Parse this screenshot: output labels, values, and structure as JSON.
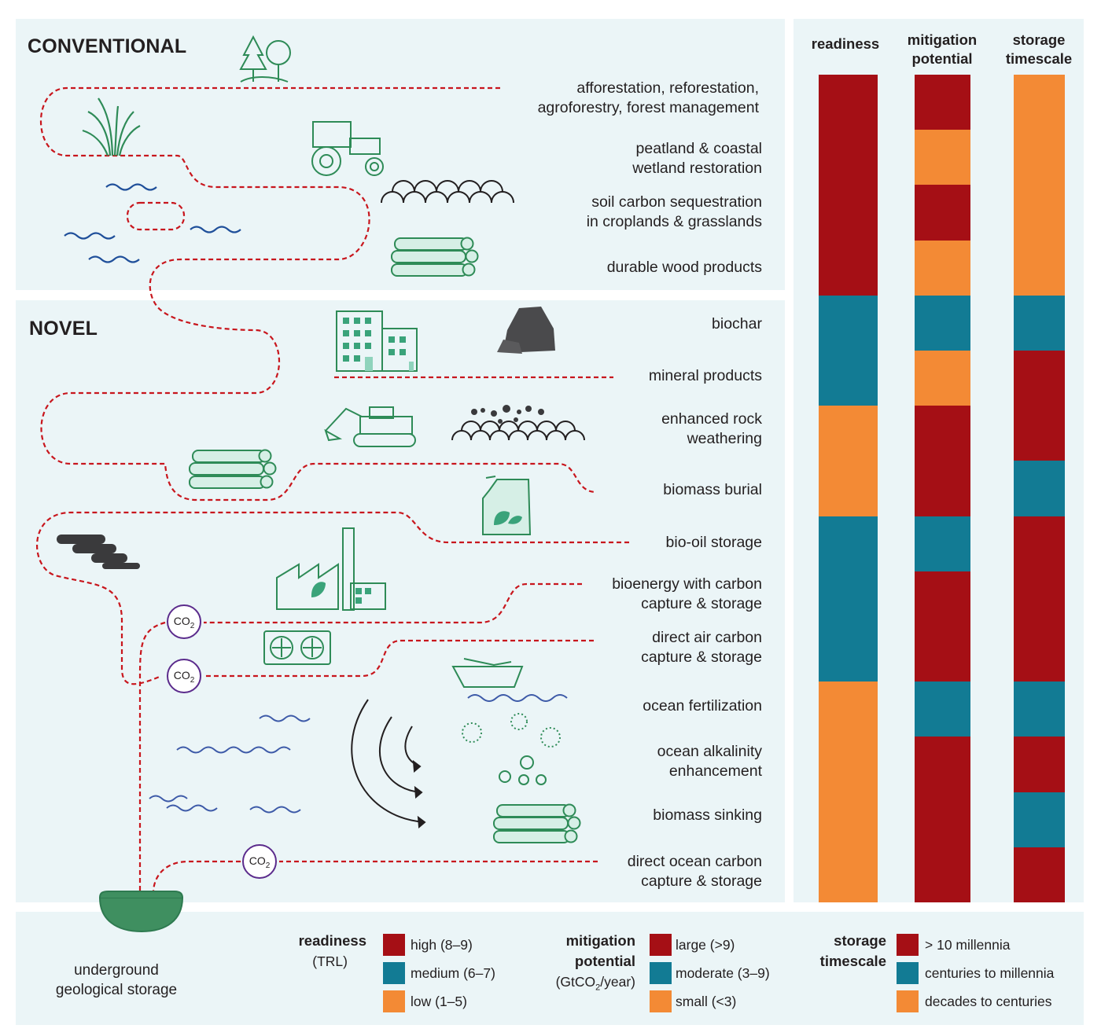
{
  "sections": {
    "conventional": "CONVENTIONAL",
    "novel": "NOVEL"
  },
  "methods": [
    {
      "id": "afforestation",
      "lines": [
        "afforestation, reforestation,",
        "agroforestry, forest management"
      ],
      "group": "conventional"
    },
    {
      "id": "peatland",
      "lines": [
        "peatland & coastal",
        "wetland restoration"
      ],
      "group": "conventional"
    },
    {
      "id": "soil",
      "lines": [
        "soil carbon sequestration",
        "in croplands & grasslands"
      ],
      "group": "conventional"
    },
    {
      "id": "wood",
      "lines": [
        "durable wood products"
      ],
      "group": "conventional"
    },
    {
      "id": "biochar",
      "lines": [
        "biochar"
      ],
      "group": "novel"
    },
    {
      "id": "mineral",
      "lines": [
        "mineral products"
      ],
      "group": "novel"
    },
    {
      "id": "rock",
      "lines": [
        "enhanced rock",
        "weathering"
      ],
      "group": "novel"
    },
    {
      "id": "burial",
      "lines": [
        "biomass burial"
      ],
      "group": "novel"
    },
    {
      "id": "biooil",
      "lines": [
        "bio-oil storage"
      ],
      "group": "novel"
    },
    {
      "id": "beccs",
      "lines": [
        "bioenergy with carbon",
        "capture & storage"
      ],
      "group": "novel"
    },
    {
      "id": "daccs",
      "lines": [
        "direct air carbon",
        "capture & storage"
      ],
      "group": "novel"
    },
    {
      "id": "oceanfert",
      "lines": [
        "ocean fertilization"
      ],
      "group": "novel"
    },
    {
      "id": "oae",
      "lines": [
        "ocean alkalinity",
        "enhancement"
      ],
      "group": "novel"
    },
    {
      "id": "sinking",
      "lines": [
        "biomass sinking"
      ],
      "group": "novel"
    },
    {
      "id": "doccs",
      "lines": [
        "direct ocean carbon",
        "capture & storage"
      ],
      "group": "novel"
    }
  ],
  "columns": [
    {
      "id": "readiness",
      "lines": [
        "readiness"
      ]
    },
    {
      "id": "mitigation",
      "lines": [
        "mitigation",
        "potential"
      ]
    },
    {
      "id": "storage",
      "lines": [
        "storage",
        "timescale"
      ]
    }
  ],
  "colors": {
    "red": "#a50f15",
    "teal": "#127b94",
    "orange": "#f38a35"
  },
  "ratings": {
    "readiness": [
      "red",
      "red",
      "red",
      "red",
      "teal",
      "teal",
      "orange",
      "orange",
      "teal",
      "teal",
      "teal",
      "orange",
      "orange",
      "orange",
      "orange"
    ],
    "mitigation": [
      "red",
      "orange",
      "red",
      "orange",
      "teal",
      "orange",
      "red",
      "red",
      "teal",
      "red",
      "red",
      "teal",
      "red",
      "red",
      "red"
    ],
    "storage": [
      "orange",
      "orange",
      "orange",
      "orange",
      "teal",
      "red",
      "red",
      "teal",
      "red",
      "red",
      "red",
      "teal",
      "red",
      "teal",
      "red"
    ]
  },
  "co2": {
    "prefix": "CO",
    "subscript": "2"
  },
  "storage_label": [
    "underground",
    "geological storage"
  ],
  "legend": {
    "readiness": {
      "title": "readiness",
      "sub": "(TRL)",
      "items": [
        {
          "color": "red",
          "label": "high (8–9)"
        },
        {
          "color": "teal",
          "label": "medium (6–7)"
        },
        {
          "color": "orange",
          "label": "low (1–5)"
        }
      ]
    },
    "mitigation": {
      "title": [
        "mitigation",
        "potential"
      ],
      "sub_prefix": "(GtCO",
      "sub_subscript": "2",
      "sub_suffix": "/year)",
      "items": [
        {
          "color": "red",
          "label": "large (>9)"
        },
        {
          "color": "teal",
          "label": "moderate (3–9)"
        },
        {
          "color": "orange",
          "label": "small (<3)"
        }
      ]
    },
    "storage": {
      "title": [
        "storage",
        "timescale"
      ],
      "items": [
        {
          "color": "red",
          "label": "> 10 millennia"
        },
        {
          "color": "teal",
          "label": "centuries to millennia"
        },
        {
          "color": "orange",
          "label": "decades to centuries"
        }
      ]
    }
  }
}
